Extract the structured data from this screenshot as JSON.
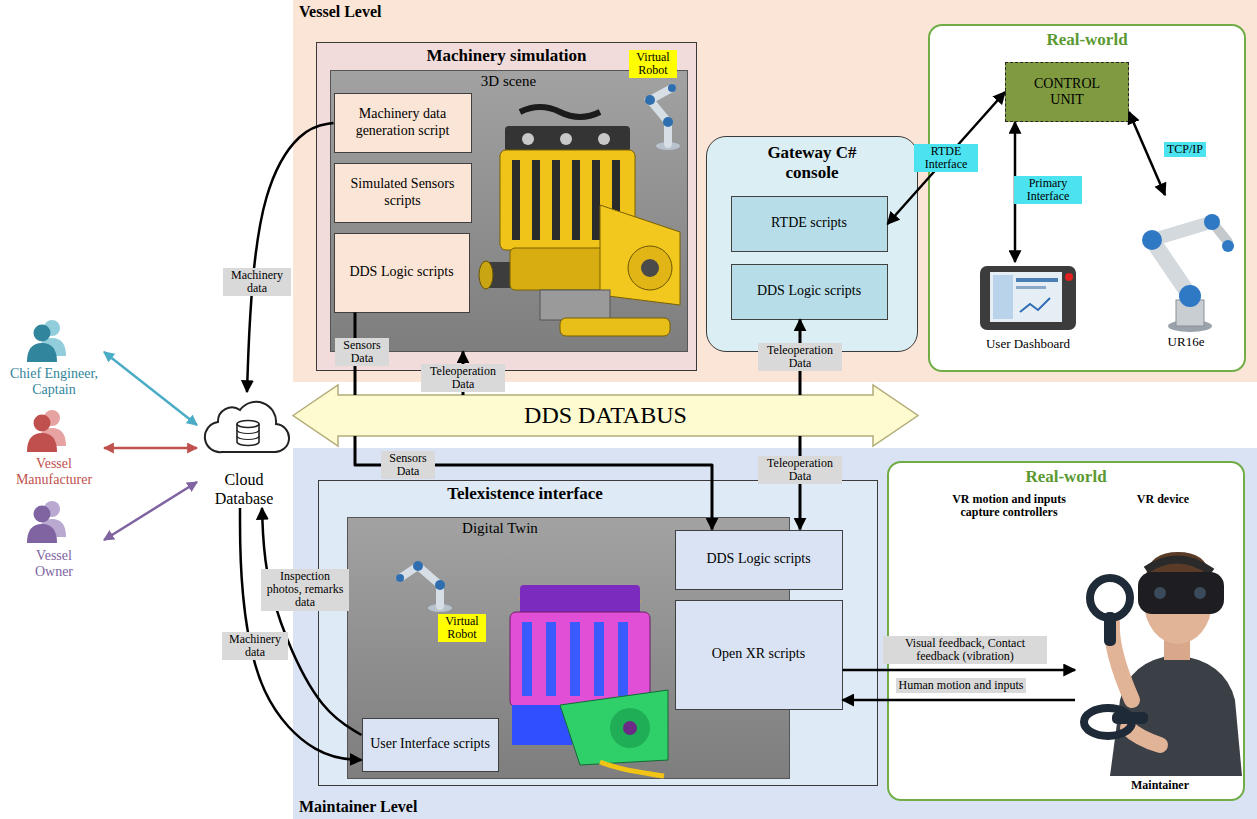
{
  "diagram": {
    "nodes": [
      {
        "text": [
          "Vessel Level"
        ]
      },
      {
        "text": [
          "Machinery simulation"
        ],
        "in": 0
      },
      {
        "text": [
          "3D scene"
        ],
        "in": 1
      },
      {
        "text": [
          "Machinery data generation script"
        ],
        "in": 2
      },
      {
        "text": [
          "Simulated Sensors scripts"
        ],
        "in": 2
      },
      {
        "text": [
          "DDS Logic scripts"
        ],
        "in": 2
      },
      {
        "text": [
          "Gateway C# console"
        ],
        "in": 0
      },
      {
        "text": [
          "RTDE scripts"
        ],
        "in": 6
      },
      {
        "text": [
          "DDS Logic scripts"
        ],
        "in": 6
      },
      {
        "text": [
          "Real-world"
        ],
        "in": 0
      },
      {
        "text": [
          "CONTROL UNIT"
        ],
        "in": 9
      },
      {
        "text": [
          "User Dashboard"
        ],
        "in": 9
      },
      {
        "text": [
          "UR16e"
        ],
        "in": 9
      },
      {
        "text": [
          "DDS DATABUS"
        ]
      },
      {
        "text": [
          "Maintainer Level"
        ]
      },
      {
        "text": [
          "Telexistence interface"
        ],
        "in": 14
      },
      {
        "text": [
          "Digital Twin"
        ],
        "in": 15
      },
      {
        "text": [
          "User Interface scripts"
        ],
        "in": 16
      },
      {
        "text": [
          "DDS Logic scripts"
        ],
        "in": 15
      },
      {
        "text": [
          "Open XR scripts"
        ],
        "in": 15
      },
      {
        "text": [
          "Real-world"
        ],
        "in": 14
      },
      {
        "text": [
          "Maintainer"
        ],
        "in": 20
      },
      {
        "text": [
          "Cloud Database"
        ]
      },
      {
        "text": [
          "Chief Engineer, Captain"
        ]
      },
      {
        "text": [
          "Vessel Manufacturer"
        ]
      },
      {
        "text": [
          "Vessel Owner"
        ]
      }
    ],
    "edges": [
      {
        "from": 23,
        "to": 22,
        "arrow": "both"
      },
      {
        "from": 24,
        "to": 22,
        "arrow": "both"
      },
      {
        "from": 25,
        "to": 22,
        "arrow": "both"
      },
      {
        "from": 3,
        "to": 22,
        "label": "Machinery data",
        "arrow": "to"
      },
      {
        "from": 5,
        "to": 13,
        "label": "Sensors Data",
        "arrow": "none"
      },
      {
        "from": 13,
        "to": 2,
        "label": "Teleoperation Data",
        "arrow": "to"
      },
      {
        "from": 13,
        "to": 8,
        "label": "Teleoperation Data",
        "arrow": "to"
      },
      {
        "from": 13,
        "to": 18,
        "label": "Teleoperation Data",
        "arrow": "to"
      },
      {
        "from": 13,
        "to": 18,
        "label": "Sensors Data",
        "arrow": "to"
      },
      {
        "from": 7,
        "to": 10,
        "label": "RTDE Interface",
        "arrow": "both"
      },
      {
        "from": 10,
        "to": 11,
        "label": "Primary Interface",
        "arrow": "both"
      },
      {
        "from": 10,
        "to": 12,
        "label": "TCP/IP",
        "arrow": "both"
      },
      {
        "from": 19,
        "to": 21,
        "label": "Visual feedback, Contact feedback (vibration)",
        "arrow": "to"
      },
      {
        "from": 21,
        "to": 19,
        "label": "Human motion and inputs",
        "arrow": "to"
      },
      {
        "from": 17,
        "to": 22,
        "label": "Inspection photos, remarks data",
        "arrow": "to"
      },
      {
        "from": 22,
        "to": 17,
        "label": "Machinery data",
        "arrow": "to"
      }
    ],
    "labels": [
      "Virtual Robot",
      "Virtual Robot",
      "VR motion and inputs capture controllers",
      "VR device"
    ]
  }
}
